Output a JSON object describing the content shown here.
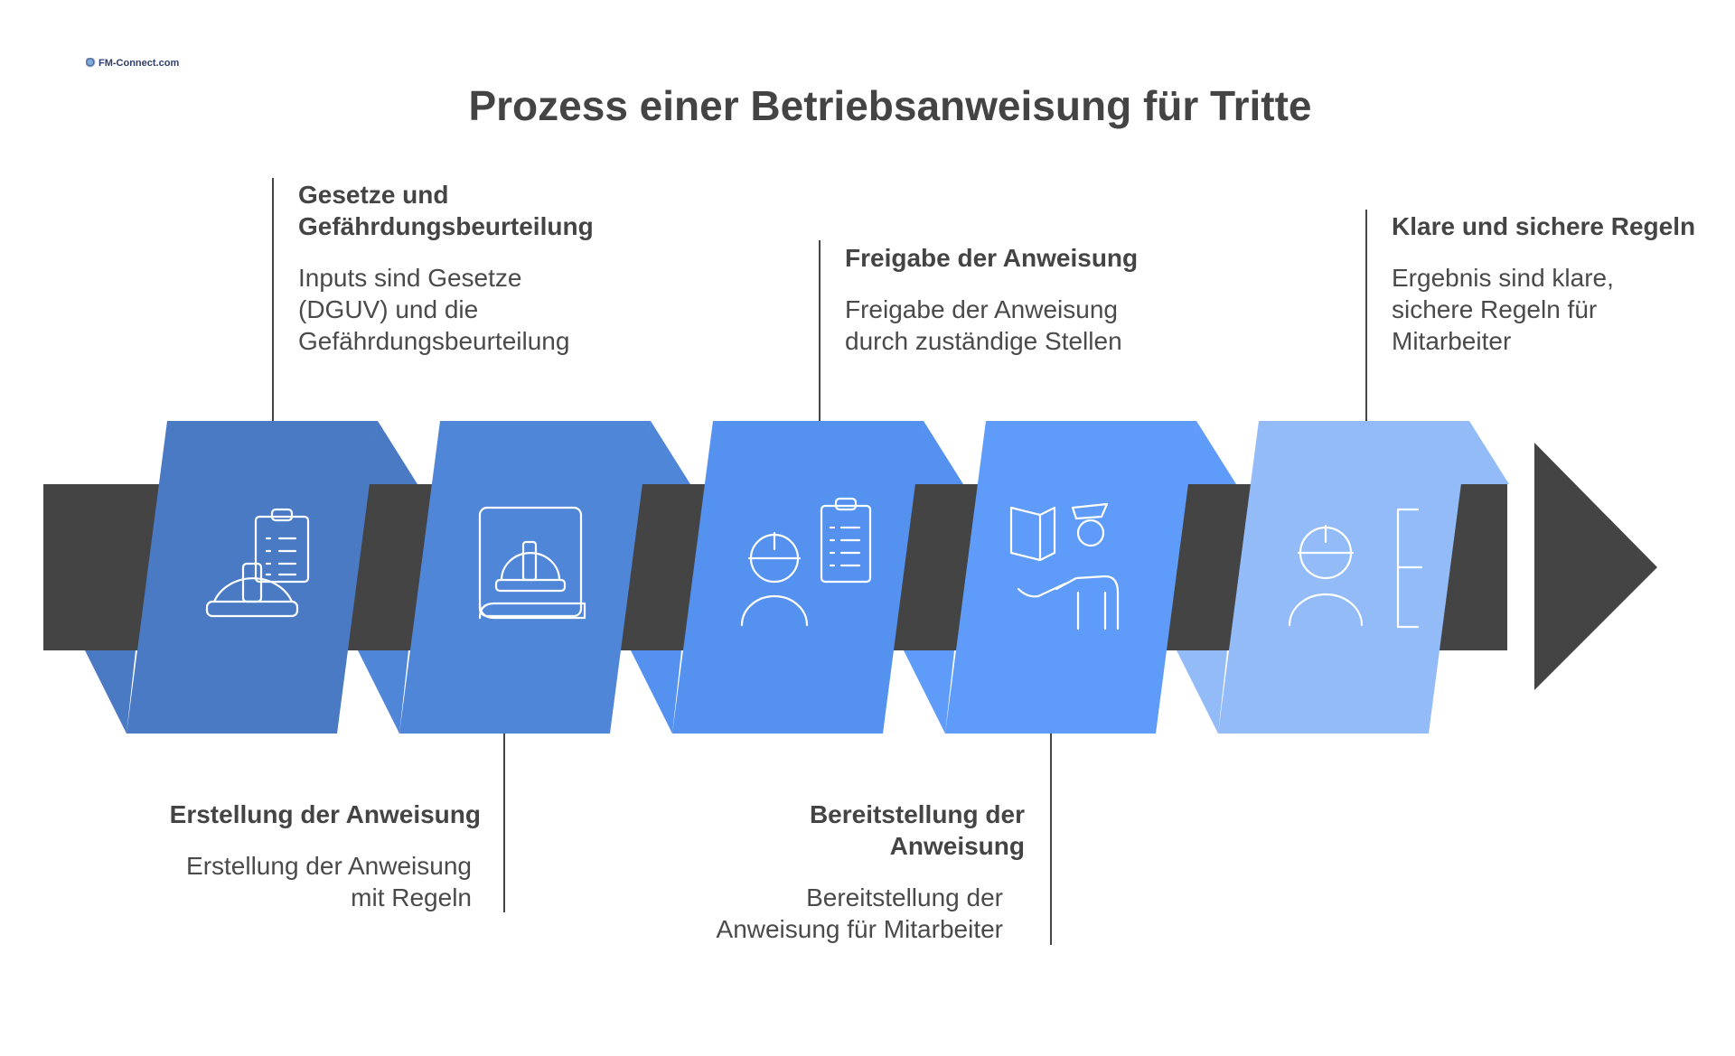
{
  "logo": {
    "text": "FM-Connect.com"
  },
  "title": "Prozess einer Betriebsanweisung für Tritte",
  "colors": {
    "arrow": "#444444",
    "step1": "#4a7ac4",
    "step2": "#5086d8",
    "step3": "#5591ee",
    "step4": "#5f9bf8",
    "step5": "#93bbf8",
    "icon_stroke": "#ffffff"
  },
  "steps": [
    {
      "heading_lines": [
        "Gesetze und",
        "Gefährdungsbeurteilung"
      ],
      "description_lines": [
        "Inputs sind Gesetze",
        "(DGUV) und die",
        "Gefährdungsbeurteilung"
      ],
      "icon": "hardhat-clipboard-icon",
      "label_position": "top"
    },
    {
      "heading_lines": [
        "Erstellung der Anweisung"
      ],
      "description_lines": [
        "Erstellung der Anweisung",
        "mit Regeln"
      ],
      "icon": "safety-book-icon",
      "label_position": "bottom"
    },
    {
      "heading_lines": [
        "Freigabe der Anweisung"
      ],
      "description_lines": [
        "Freigabe der Anweisung",
        "durch zuständige Stellen"
      ],
      "icon": "worker-clipboard-icon",
      "label_position": "top"
    },
    {
      "heading_lines": [
        "Bereitstellung der",
        "Anweisung"
      ],
      "description_lines": [
        "Bereitstellung der",
        "Anweisung für Mitarbeiter"
      ],
      "icon": "officer-document-icon",
      "label_position": "bottom"
    },
    {
      "heading_lines": [
        "Klare und sichere Regeln"
      ],
      "description_lines": [
        "Ergebnis sind klare,",
        "sichere Regeln für",
        "Mitarbeiter"
      ],
      "icon": "worker-rules-icon",
      "label_position": "top"
    }
  ]
}
